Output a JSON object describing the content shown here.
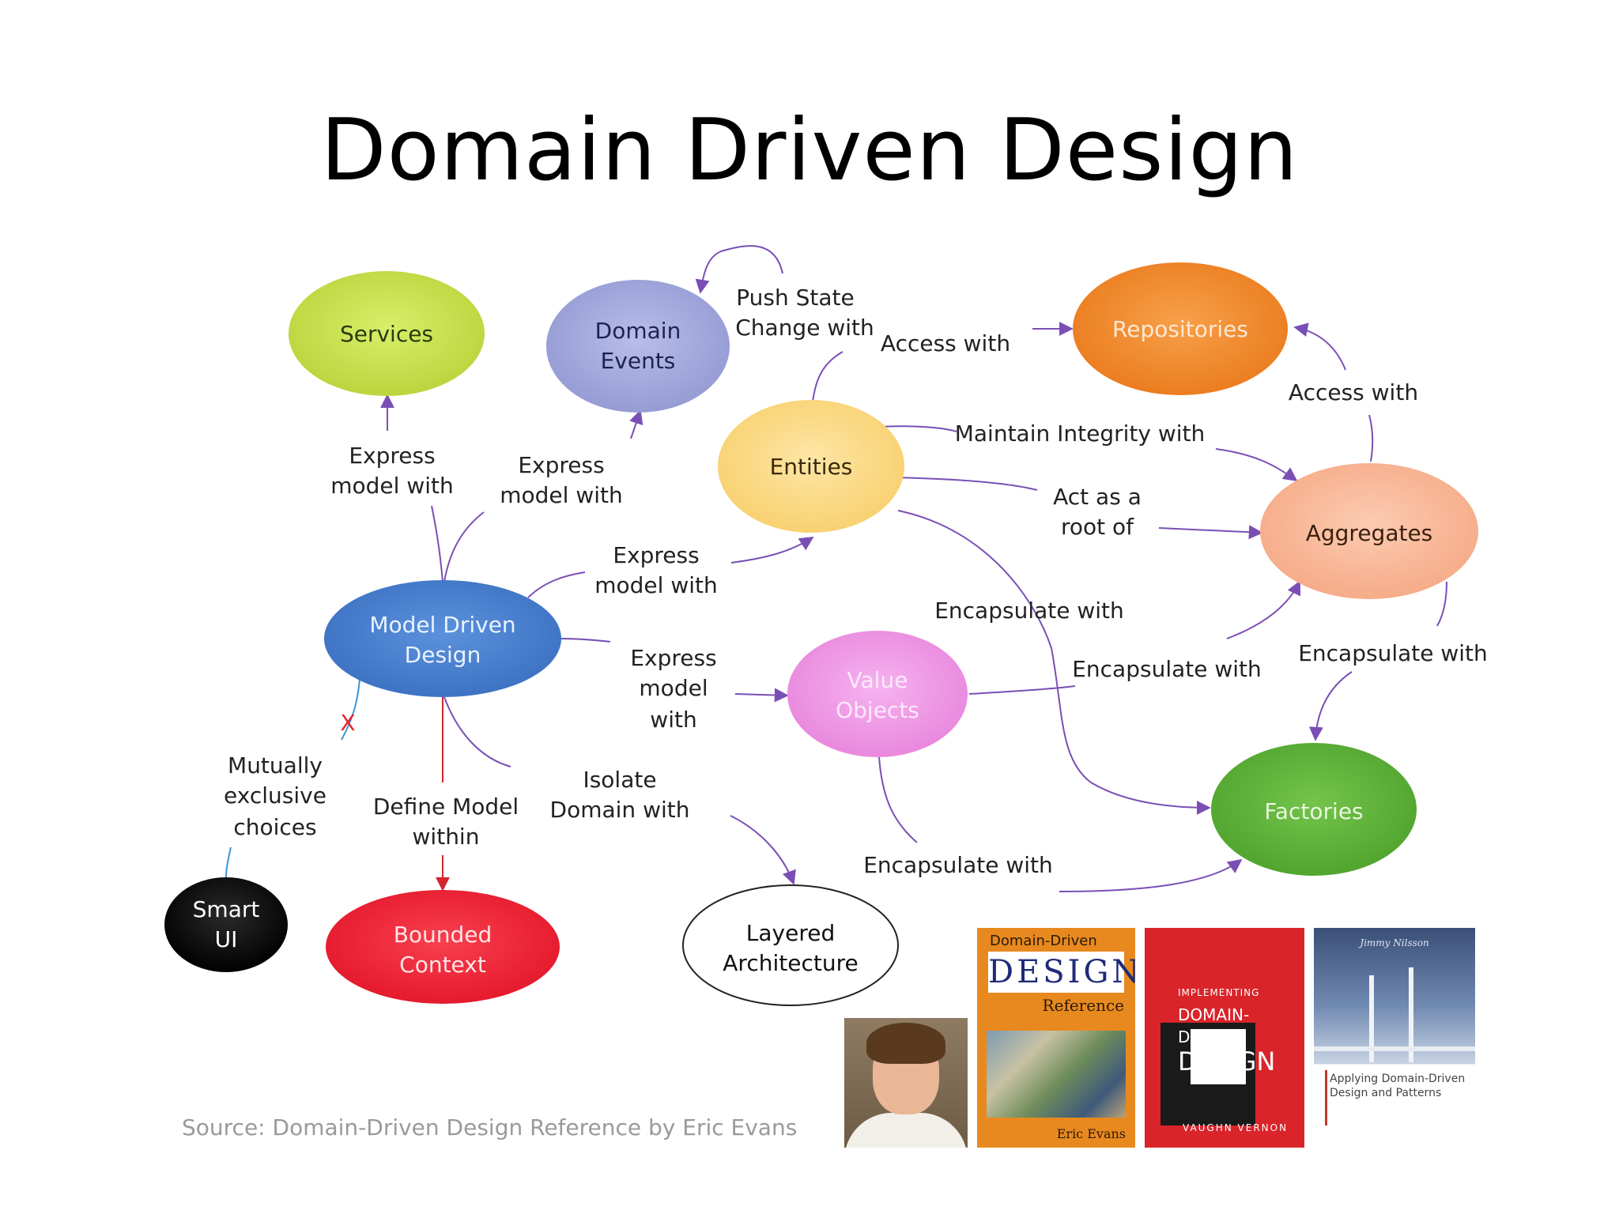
{
  "title": "Domain Driven Design",
  "nodes": {
    "services": "Services",
    "domain_events_1": "Domain",
    "domain_events_2": "Events",
    "repositories": "Repositories",
    "entities": "Entities",
    "aggregates": "Aggregates",
    "model_driven_1": "Model Driven",
    "model_driven_2": "Design",
    "value_objects_1": "Value",
    "value_objects_2": "Objects",
    "factories": "Factories",
    "smart_ui_1": "Smart",
    "smart_ui_2": "UI",
    "bounded_1": "Bounded",
    "bounded_2": "Context",
    "layered_1": "Layered",
    "layered_2": "Architecture"
  },
  "edges": {
    "push_state_1": "Push State",
    "push_state_2": "Change with",
    "access_with_repo": "Access with",
    "access_with_agg": "Access with",
    "express_services_1": "Express",
    "express_services_2": "model with",
    "express_events_1": "Express",
    "express_events_2": "model with",
    "maintain_integrity": "Maintain Integrity with",
    "act_as_root_1": "Act as a",
    "act_as_root_2": "root of",
    "express_entities_1": "Express",
    "express_entities_2": "model with",
    "encapsulate_entities": "Encapsulate with",
    "express_value_1": "Express",
    "express_value_2": "model",
    "express_value_3": "with",
    "encapsulate_value_agg": "Encapsulate with",
    "encapsulate_agg_fact": "Encapsulate with",
    "mutually_1": "Mutually",
    "mutually_2": "exclusive",
    "mutually_3": "choices",
    "define_model_1": "Define Model",
    "define_model_2": "within",
    "isolate_1": "Isolate",
    "isolate_2": "Domain with",
    "encapsulate_value_fact": "Encapsulate with",
    "x_mark": "X"
  },
  "source": "Source: Domain-Driven Design Reference by Eric Evans",
  "books": {
    "book1_top": "Domain-Driven",
    "book1_title": "DESIGN",
    "book1_sub": "Reference",
    "book1_author": "Eric Evans",
    "book2_title_1": "IMPLEMENTING",
    "book2_title_2": "DOMAIN-DRIVEN",
    "book2_title_3": "DESIGN",
    "book2_author": "VAUGHN VERNON",
    "book3_top": "Jimmy Nilsson",
    "book3_title_1": "Applying Domain-Driven",
    "book3_title_2": "Design and Patterns"
  },
  "colors": {
    "services": "#c8e04a",
    "domain_events": "#a3a9dc",
    "repositories": "#f08a2a",
    "entities": "#fbd985",
    "aggregates": "#f9b99a",
    "model_driven": "#4a82d0",
    "value_objects": "#ef9be6",
    "factories": "#5fb33a",
    "smart_ui": "#111111",
    "bounded_context": "#f2263a",
    "arrow": "#7a4fb5"
  }
}
